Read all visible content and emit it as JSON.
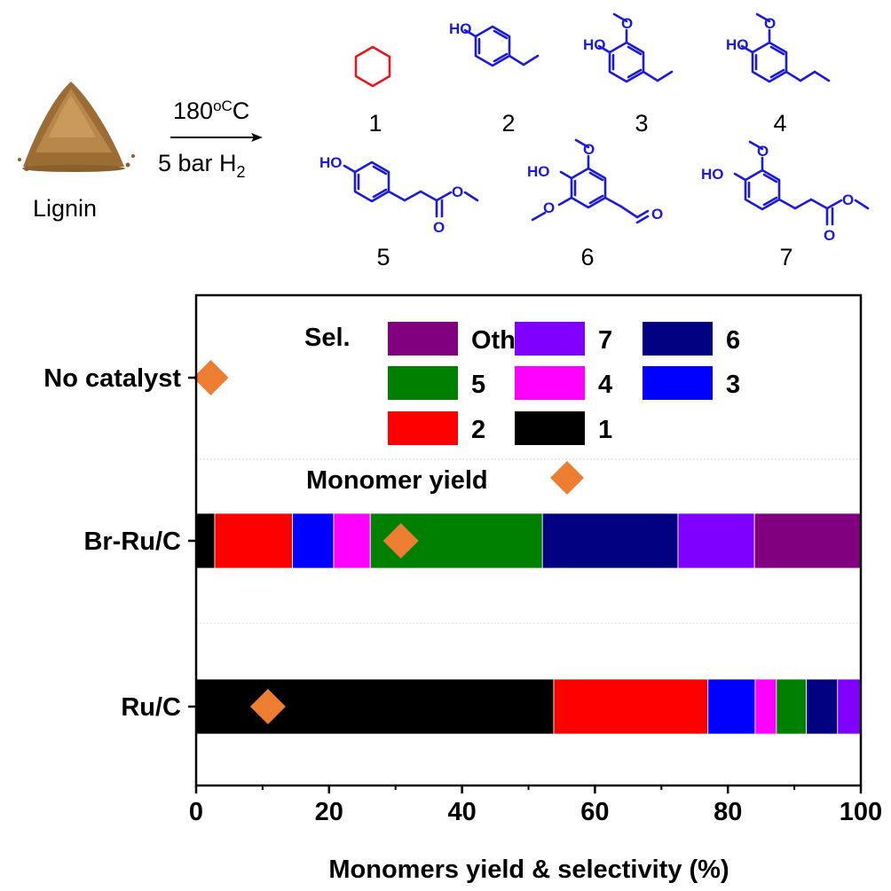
{
  "scheme": {
    "reactant_label": "Lignin",
    "temperature": "180",
    "temperature_unit": "oC",
    "pressure": "5 bar H",
    "pressure_sub": "2",
    "compound_numbers": [
      "1",
      "2",
      "3",
      "4",
      "5",
      "6",
      "7"
    ],
    "atom_labels": {
      "hydroxyl": "HO",
      "oxygen": "O"
    }
  },
  "chart_data": {
    "type": "bar",
    "orientation": "horizontal",
    "stacked": true,
    "categories": [
      "Ru/C",
      "Br-Ru/C",
      "No catalyst"
    ],
    "xlabel": "Monomers yield & selectivity (%)",
    "ylabel": "",
    "xlim": [
      0,
      100
    ],
    "xticks": [
      0,
      20,
      40,
      60,
      80,
      100
    ],
    "grid": false,
    "legend": {
      "title": "Sel.",
      "placement": "top-right"
    },
    "series": [
      {
        "name": "1",
        "color": "#000000",
        "values": [
          53.8,
          2.8,
          null
        ]
      },
      {
        "name": "2",
        "color": "#ff0000",
        "values": [
          23.2,
          11.7,
          null
        ]
      },
      {
        "name": "3",
        "color": "#0000ff",
        "values": [
          7.1,
          6.2,
          null
        ]
      },
      {
        "name": "4",
        "color": "#ff00ff",
        "values": [
          3.2,
          5.5,
          null
        ]
      },
      {
        "name": "5",
        "color": "#008000",
        "values": [
          4.5,
          25.9,
          null
        ]
      },
      {
        "name": "6",
        "color": "#000080",
        "values": [
          4.7,
          20.4,
          null
        ]
      },
      {
        "name": "7",
        "color": "#8000ff",
        "values": [
          3.5,
          11.5,
          null
        ]
      },
      {
        "name": "Others",
        "color": "#800080",
        "values": [
          0,
          16.0,
          null
        ]
      }
    ],
    "legend_order": [
      "Others",
      "7",
      "6",
      "5",
      "4",
      "3",
      "2",
      "1"
    ],
    "monomer_yield": {
      "name": "Monomer yield",
      "color": "#ed7d31",
      "values": [
        10.8,
        30.8,
        2.2
      ]
    }
  },
  "colors": {
    "chemical_structure": "#1a1adc",
    "cyclohexane": "#e8141e",
    "lignin_powder": "#a0743a"
  }
}
